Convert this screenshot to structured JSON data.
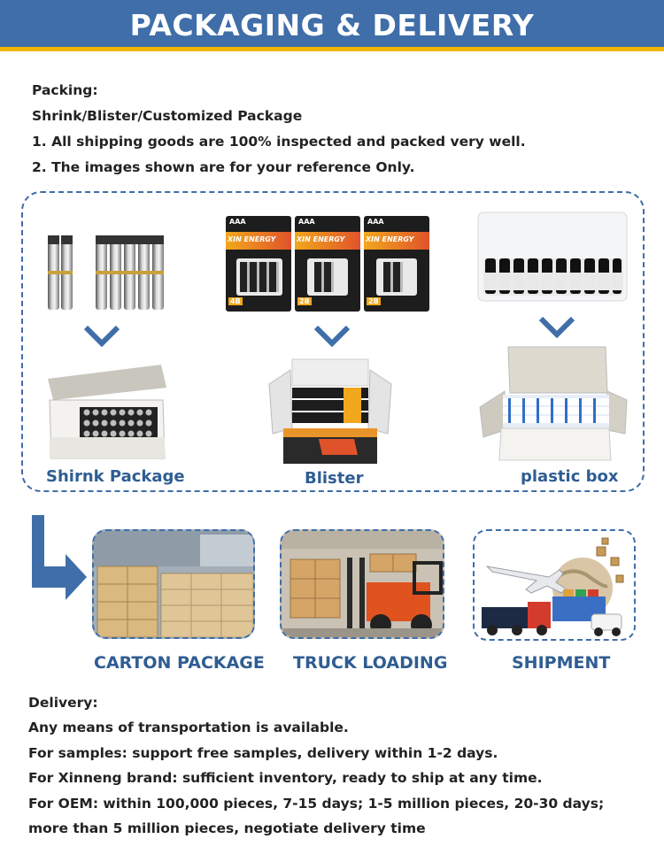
{
  "banner": {
    "title": "PACKAGING & DELIVERY"
  },
  "intro": {
    "lines": [
      "Packing:",
      "Shrink/Blister/Customized Package",
      "1. All shipping goods are 100% inspected and packed very well.",
      "2. The images shown are for your reference Only."
    ]
  },
  "packages": {
    "shrink_caption": "Shirnk Package",
    "blister_caption": "Blister",
    "plastic_caption": "plastic box",
    "blister_card": {
      "size": "AAA",
      "brand": "XIN ENERGY",
      "counts": [
        "4B",
        "2B",
        "2B"
      ]
    }
  },
  "logistics": {
    "carton_caption": "CARTON PACKAGE",
    "truck_caption": "TRUCK LOADING",
    "shipment_caption": "SHIPMENT"
  },
  "delivery": {
    "lines": [
      "Delivery:",
      "Any means of transportation is available.",
      "For samples: support free samples, delivery within 1-2 days.",
      "For Xinneng brand: sufficient inventory, ready to ship at any time.",
      "For OEM: within 100,000 pieces, 7-15 days; 1-5 million pieces, 20-30 days;",
      "more than 5 million pieces, negotiate delivery time"
    ]
  },
  "colors": {
    "brand_blue": "#3f6ea9",
    "accent_yellow": "#f2b705",
    "caption_blue": "#2f5d93"
  }
}
